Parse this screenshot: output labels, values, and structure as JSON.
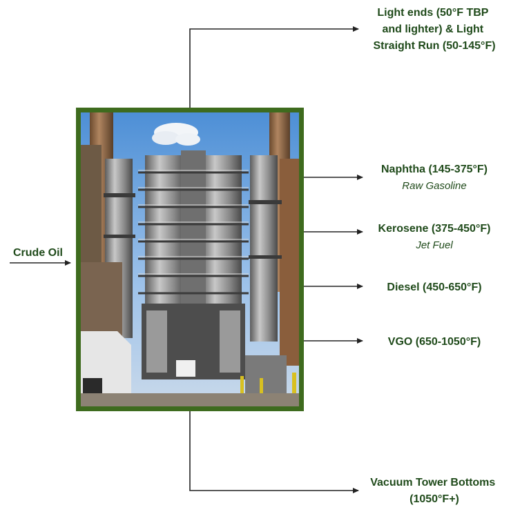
{
  "input": {
    "label": "Crude Oil"
  },
  "photo": {
    "subject": "refinery-distillation-tower-photo"
  },
  "outputs": [
    {
      "main": "Light ends (50°F TBP and lighter) & Light Straight Run (50-145°F)",
      "lines": [
        "Light ends (50°F TBP",
        "and lighter) & Light",
        "Straight Run (50-145°F)"
      ],
      "sub": ""
    },
    {
      "main": "Naphtha (145-375°F)",
      "sub": "Raw Gasoline"
    },
    {
      "main": "Kerosene (375-450°F)",
      "sub": "Jet Fuel"
    },
    {
      "main": "Diesel (450-650°F)",
      "sub": ""
    },
    {
      "main": "VGO (650-1050°F)",
      "sub": ""
    },
    {
      "main": "Vacuum Tower Bottoms (1050°F+)",
      "lines": [
        "Vacuum Tower Bottoms",
        "(1050°F+)"
      ],
      "sub": ""
    }
  ],
  "colors": {
    "frame": "#3e6b1e",
    "text": "#1f4a1a",
    "arrow": "#222222"
  }
}
